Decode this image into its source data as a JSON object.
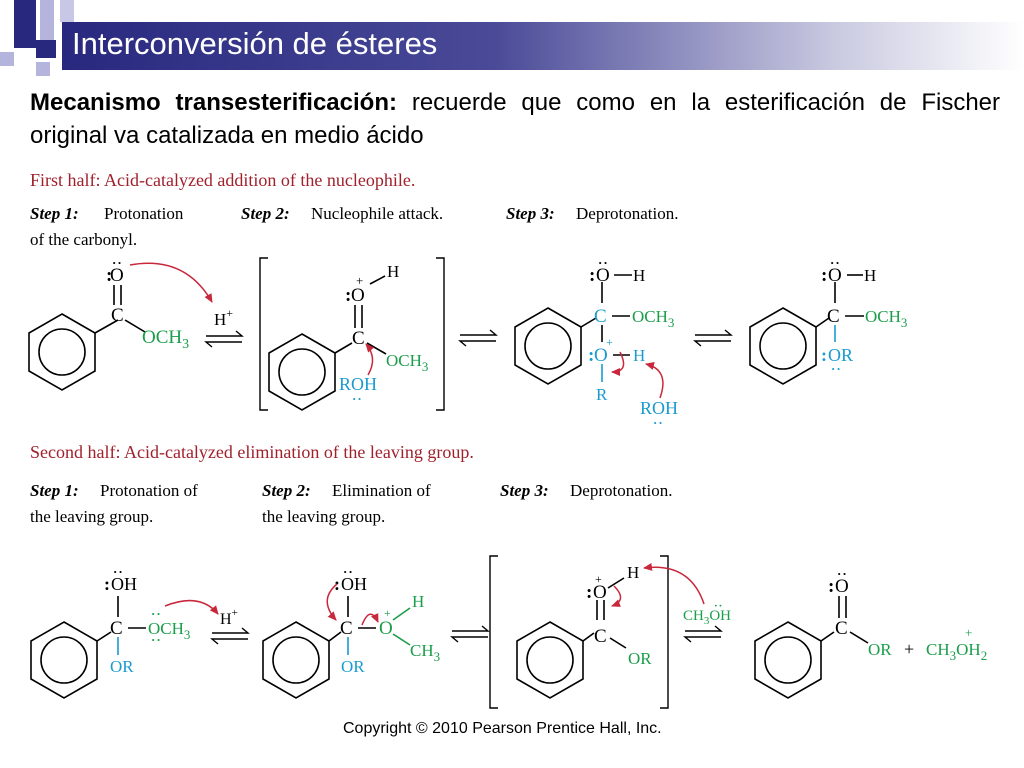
{
  "slide": {
    "title": "Interconversión de ésteres",
    "intro_bold": "Mecanismo transesterificación:",
    "intro_rest": " recuerde que como en la esterificación de Fischer original va catalizada en medio ácido",
    "copyright": "Copyright © 2010 Pearson Prentice Hall, Inc."
  },
  "colors": {
    "heading": "#a0202c",
    "green": "#1a9e4a",
    "cyan": "#1a9bd0",
    "arrow": "#c8283c",
    "title_bar": "#28287f"
  },
  "first_half": {
    "heading": "First half: Acid-catalyzed addition of the nucleophile.",
    "step1_label": "Step 1:",
    "step1_text": "Protonation",
    "step1_text2": "of the carbonyl.",
    "step2_label": "Step 2:",
    "step2_text": "Nucleophile attack.",
    "step3_label": "Step 3:",
    "step3_text": "Deprotonation."
  },
  "second_half": {
    "heading": "Second half: Acid-catalyzed elimination of the leaving group.",
    "step1_label": "Step 1:",
    "step1_text": "Protonation of",
    "step1_text2": "the leaving group.",
    "step2_label": "Step 2:",
    "step2_text": "Elimination of",
    "step2_text2": "the leaving group.",
    "step3_label": "Step 3:",
    "step3_text": "Deprotonation."
  },
  "labels": {
    "O": "O",
    "OH": "OH",
    "H": "H",
    "C": "C",
    "R": "R",
    "plus": "+",
    "OCH": "OCH",
    "sub3": "3",
    "sub2": "2",
    "Hplus": "H",
    "ROH": "ROH",
    "OR": "OR",
    "CH3OH": "CH",
    "OH_tail": "OH",
    "CH": "CH",
    "plus_sign": "+",
    "CH3OH2": "CH",
    "OH2": "OH"
  }
}
